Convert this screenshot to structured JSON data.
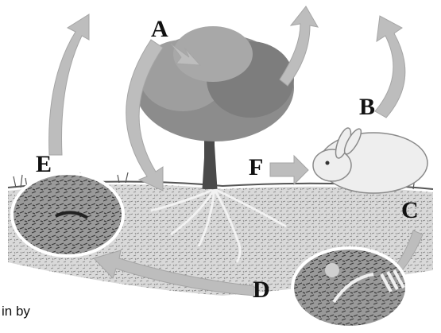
{
  "labels": {
    "a": "A",
    "b": "B",
    "c": "C",
    "d": "D",
    "e": "E",
    "f": "F"
  },
  "caption": "in by",
  "colors": {
    "arrow": "#bdbdbd",
    "ink": "#1a1a1a",
    "ground": "#cfcfcf"
  }
}
